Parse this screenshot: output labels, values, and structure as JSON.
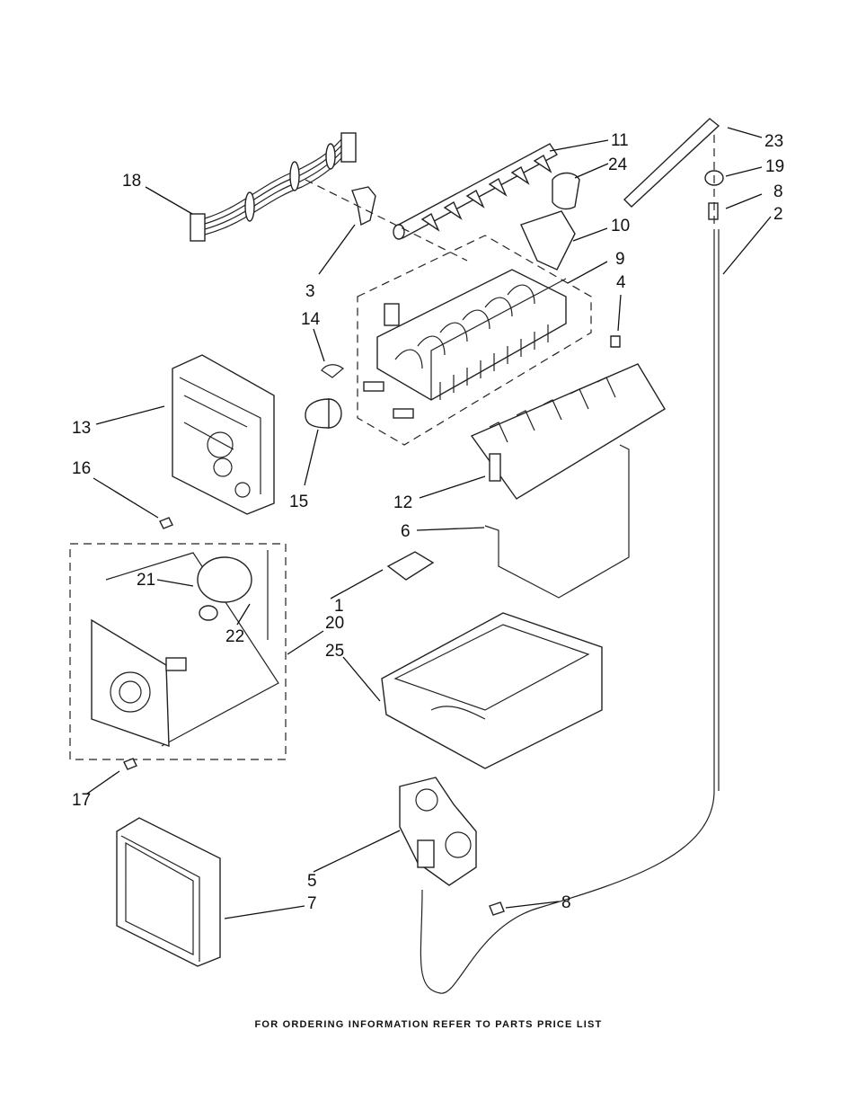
{
  "diagram": {
    "footer_text": "FOR ORDERING INFORMATION REFER TO PARTS PRICE LIST",
    "callouts": [
      {
        "id": "c18",
        "label": "18"
      },
      {
        "id": "c11",
        "label": "11"
      },
      {
        "id": "c24",
        "label": "24"
      },
      {
        "id": "c23",
        "label": "23"
      },
      {
        "id": "c19",
        "label": "19"
      },
      {
        "id": "c8a",
        "label": "8"
      },
      {
        "id": "c2",
        "label": "2"
      },
      {
        "id": "c10",
        "label": "10"
      },
      {
        "id": "c9",
        "label": "9"
      },
      {
        "id": "c4",
        "label": "4"
      },
      {
        "id": "c3",
        "label": "3"
      },
      {
        "id": "c14",
        "label": "14"
      },
      {
        "id": "c13",
        "label": "13"
      },
      {
        "id": "c16",
        "label": "16"
      },
      {
        "id": "c15",
        "label": "15"
      },
      {
        "id": "c12",
        "label": "12"
      },
      {
        "id": "c6",
        "label": "6"
      },
      {
        "id": "c21",
        "label": "21"
      },
      {
        "id": "c1",
        "label": "1"
      },
      {
        "id": "c20",
        "label": "20"
      },
      {
        "id": "c22",
        "label": "22"
      },
      {
        "id": "c25",
        "label": "25"
      },
      {
        "id": "c17",
        "label": "17"
      },
      {
        "id": "c5",
        "label": "5"
      },
      {
        "id": "c7",
        "label": "7"
      },
      {
        "id": "c8b",
        "label": "8"
      }
    ]
  }
}
